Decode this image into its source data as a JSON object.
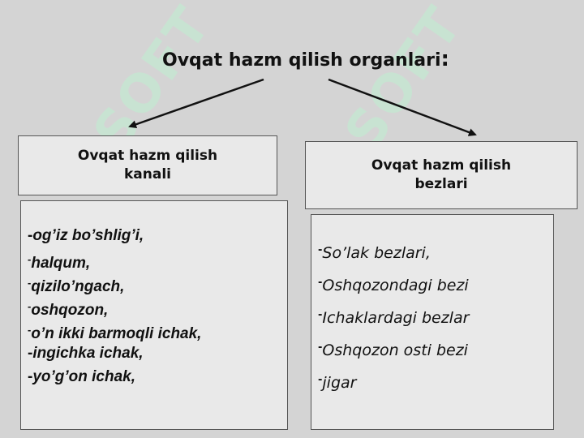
{
  "watermark": {
    "text": "SOFT",
    "color": "#c6e6d2"
  },
  "title": "Ovqat hazm qilish organlari",
  "title_colon": ":",
  "left": {
    "header_line1": "Ovqat hazm qilish",
    "header_line2": "kanali",
    "items": [
      {
        "dash": "-",
        "text": "og’iz bo’shlig’i,"
      },
      {
        "dash": "-",
        "text": "halqum,"
      },
      {
        "dash": "-",
        "text": "qizilo’ngach,"
      },
      {
        "dash": "-",
        "text": "oshqozon,"
      },
      {
        "dash": "-",
        "text": "o’n ikki barmoqli ichak,"
      },
      {
        "dash": "-",
        "text": "ingichka  ichak,"
      },
      {
        "dash": "-",
        "text": "yo’g’on ichak,"
      }
    ]
  },
  "right": {
    "header_line1": "Ovqat hazm qilish",
    "header_line2": "bezlari",
    "items": [
      {
        "dash": "-",
        "text": "So’lak bezlari,"
      },
      {
        "dash": "-",
        "text": "Oshqozondagi bezi"
      },
      {
        "dash": "-",
        "text": "Ichaklardagi bezlar"
      },
      {
        "dash": "-",
        "text": "Oshqozon osti bezi"
      },
      {
        "dash": "-",
        "text": "jigar"
      }
    ]
  },
  "colors": {
    "background": "#d4d4d4",
    "box": "#e9e9e9",
    "arrow": "#111111"
  }
}
